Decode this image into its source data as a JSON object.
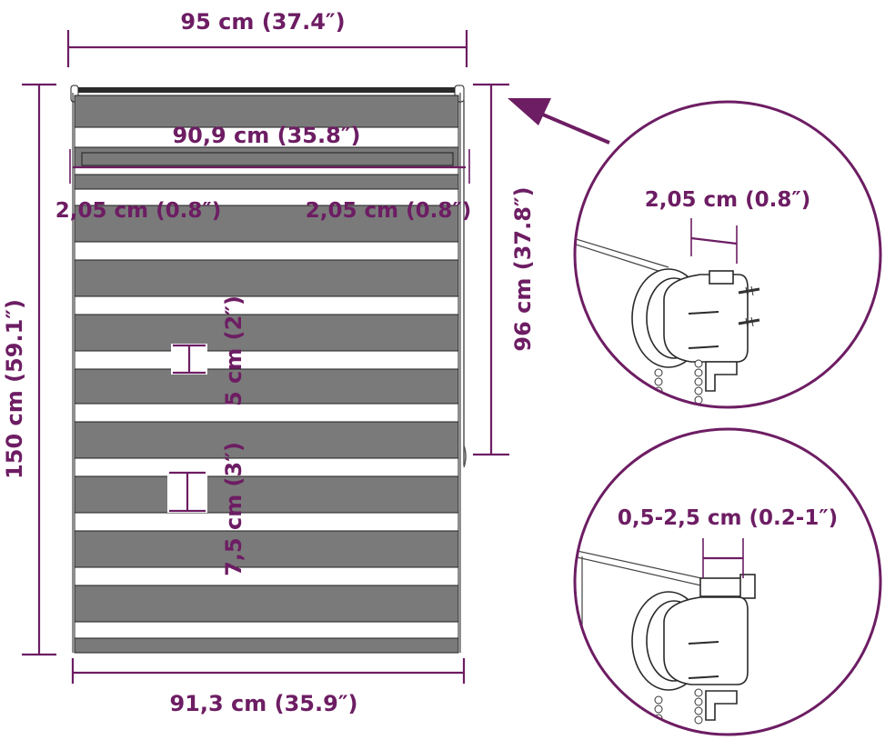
{
  "colors": {
    "dimension": "#6d1d63",
    "fabric_dark": "#7a7a7a",
    "fabric_light": "#ffffff",
    "outline": "#1e1e1e"
  },
  "dimensions": {
    "total_width": "95 cm (37.4″)",
    "fabric_width_top": "90,9 cm (35.8″)",
    "side_gap_left": "2,05 cm (0.8″)",
    "side_gap_right": "2,05 cm (0.8″)",
    "total_height": "150 cm (59.1″)",
    "chain_height": "96 cm (37.8″)",
    "stripe_5cm": "5 cm (2″)",
    "stripe_7_5cm": "7,5 cm (3″)",
    "fabric_width_bottom": "91,3 cm (35.9″)"
  },
  "details": {
    "bracket_width": "2,05 cm (0.8″)",
    "clamp_range": "0,5-2,5 cm (0.2-1″)"
  },
  "icons": {
    "detail_pointer": "arrow-icon",
    "mount_screws": "screw-icon"
  }
}
